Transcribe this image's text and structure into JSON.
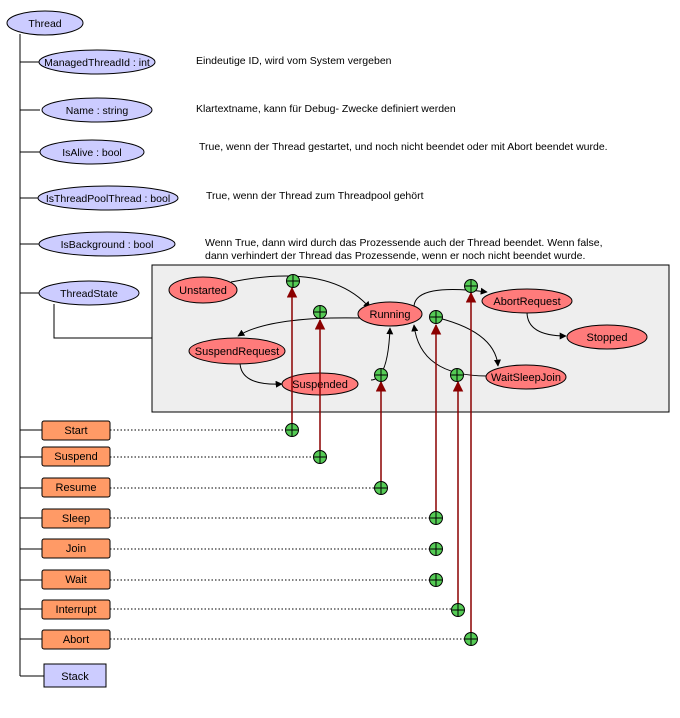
{
  "root": {
    "label": "Thread"
  },
  "properties": [
    {
      "label": "ManagedThreadId : int",
      "description": [
        "Eindeutige ID, wird vom System vergeben"
      ]
    },
    {
      "label": "Name : string",
      "description": [
        "Klartextname, kann für Debug- Zwecke definiert werden"
      ]
    },
    {
      "label": "IsAlive : bool",
      "description": [
        "True, wenn der Thread gestartet, und noch nicht beendet oder mit Abort beendet wurde."
      ]
    },
    {
      "label": "IsThreadPoolThread : bool",
      "description": [
        "True, wenn der Thread zum Threadpool gehört"
      ]
    },
    {
      "label": "IsBackground : bool",
      "description": [
        "Wenn True, dann wird durch das Prozessende auch der Thread beendet. Wenn false,",
        "dann verhindert der Thread das Prozessende, wenn er noch nicht beendet wurde."
      ]
    },
    {
      "label": "ThreadState",
      "description": []
    }
  ],
  "states": [
    {
      "id": "unstarted",
      "label": "Unstarted"
    },
    {
      "id": "running",
      "label": "Running"
    },
    {
      "id": "abortrequest",
      "label": "AbortRequest"
    },
    {
      "id": "stopped",
      "label": "Stopped"
    },
    {
      "id": "suspendrequest",
      "label": "SuspendRequest"
    },
    {
      "id": "suspended",
      "label": "Suspended"
    },
    {
      "id": "waitsleepjoin",
      "label": "WaitSleepJoin"
    }
  ],
  "methods": [
    {
      "id": "start",
      "label": "Start"
    },
    {
      "id": "suspend",
      "label": "Suspend"
    },
    {
      "id": "resume",
      "label": "Resume"
    },
    {
      "id": "sleep",
      "label": "Sleep"
    },
    {
      "id": "join",
      "label": "Join"
    },
    {
      "id": "wait",
      "label": "Wait"
    },
    {
      "id": "interrupt",
      "label": "Interrupt"
    },
    {
      "id": "abort",
      "label": "Abort"
    }
  ],
  "stack": {
    "label": "Stack"
  },
  "colors": {
    "property_fill": "#ccccff",
    "state_fill": "#ff7b7b",
    "method_fill": "#ff9a66",
    "stack_fill": "#ccccff",
    "connector_fill": "#55cc55",
    "trigger_line": "#8b0000",
    "state_panel": "#eeeeee"
  }
}
